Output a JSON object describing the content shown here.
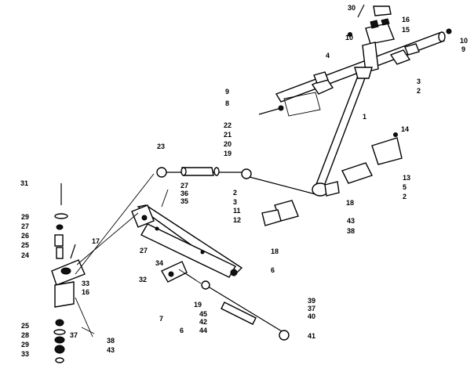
{
  "diagram": {
    "labels": [
      {
        "id": "30",
        "text": "30"
      },
      {
        "id": "16a",
        "text": "16"
      },
      {
        "id": "10a",
        "text": "10"
      },
      {
        "id": "15",
        "text": "15"
      },
      {
        "id": "10b",
        "text": "10"
      },
      {
        "id": "9a",
        "text": "9"
      },
      {
        "id": "4",
        "text": "4"
      },
      {
        "id": "3a",
        "text": "3"
      },
      {
        "id": "2a",
        "text": "2"
      },
      {
        "id": "9b",
        "text": "9"
      },
      {
        "id": "8",
        "text": "8"
      },
      {
        "id": "1",
        "text": "1"
      },
      {
        "id": "14",
        "text": "14"
      },
      {
        "id": "13",
        "text": "13"
      },
      {
        "id": "5",
        "text": "5"
      },
      {
        "id": "2b",
        "text": "2"
      },
      {
        "id": "22",
        "text": "22"
      },
      {
        "id": "21",
        "text": "21"
      },
      {
        "id": "20",
        "text": "20"
      },
      {
        "id": "19a",
        "text": "19"
      },
      {
        "id": "23",
        "text": "23"
      },
      {
        "id": "31",
        "text": "31"
      },
      {
        "id": "27a",
        "text": "27"
      },
      {
        "id": "36",
        "text": "36"
      },
      {
        "id": "35",
        "text": "35"
      },
      {
        "id": "2c",
        "text": "2"
      },
      {
        "id": "3b",
        "text": "3"
      },
      {
        "id": "11",
        "text": "11"
      },
      {
        "id": "12",
        "text": "12"
      },
      {
        "id": "18a",
        "text": "18"
      },
      {
        "id": "43a",
        "text": "43"
      },
      {
        "id": "38a",
        "text": "38"
      },
      {
        "id": "29a",
        "text": "29"
      },
      {
        "id": "27b",
        "text": "27"
      },
      {
        "id": "26",
        "text": "26"
      },
      {
        "id": "17",
        "text": "17"
      },
      {
        "id": "25a",
        "text": "25"
      },
      {
        "id": "24",
        "text": "24"
      },
      {
        "id": "27c",
        "text": "27"
      },
      {
        "id": "34",
        "text": "34"
      },
      {
        "id": "18b",
        "text": "18"
      },
      {
        "id": "6a",
        "text": "6"
      },
      {
        "id": "32",
        "text": "32"
      },
      {
        "id": "33a",
        "text": "33"
      },
      {
        "id": "16b",
        "text": "16"
      },
      {
        "id": "19b",
        "text": "19"
      },
      {
        "id": "45",
        "text": "45"
      },
      {
        "id": "42",
        "text": "42"
      },
      {
        "id": "44",
        "text": "44"
      },
      {
        "id": "7",
        "text": "7"
      },
      {
        "id": "6b",
        "text": "6"
      },
      {
        "id": "39",
        "text": "39"
      },
      {
        "id": "37a",
        "text": "37"
      },
      {
        "id": "40",
        "text": "40"
      },
      {
        "id": "41",
        "text": "41"
      },
      {
        "id": "25b",
        "text": "25"
      },
      {
        "id": "28",
        "text": "28"
      },
      {
        "id": "29b",
        "text": "29"
      },
      {
        "id": "33b",
        "text": "33"
      },
      {
        "id": "37b",
        "text": "37"
      },
      {
        "id": "38b",
        "text": "38"
      },
      {
        "id": "43b",
        "text": "43"
      }
    ]
  }
}
